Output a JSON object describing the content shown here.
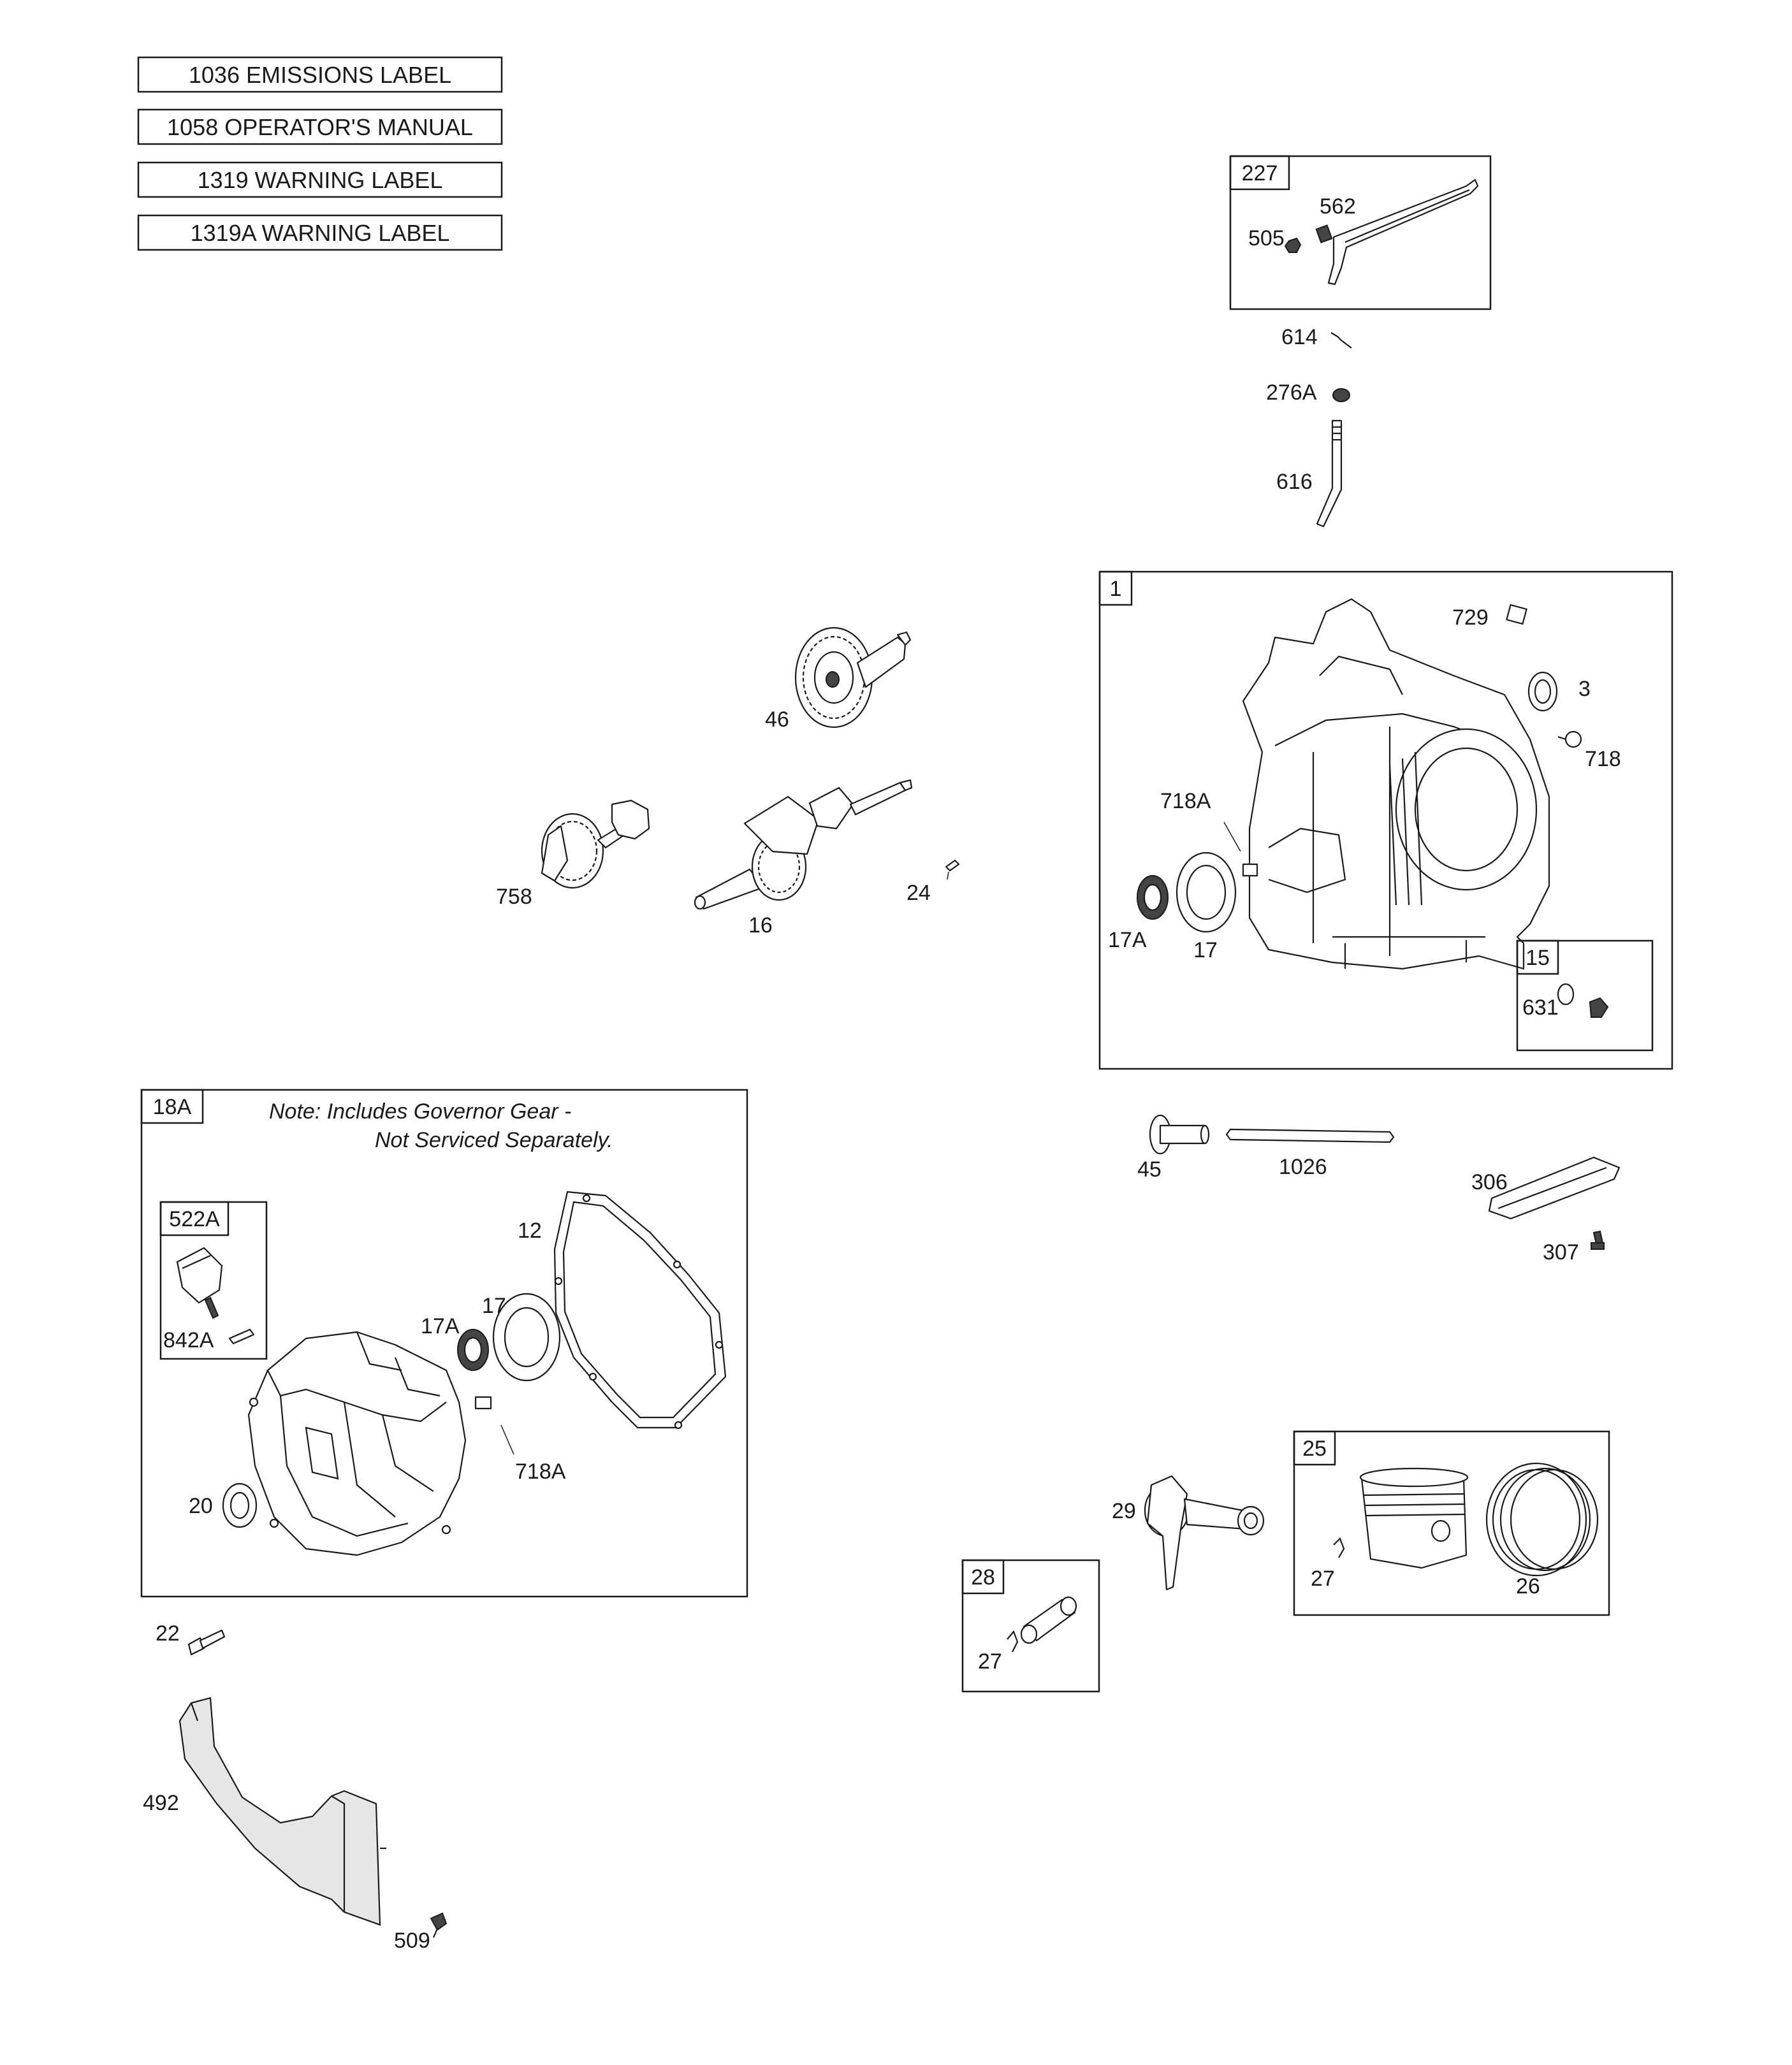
{
  "documents": [
    {
      "id": "doc-1036",
      "label": "1036 EMISSIONS LABEL"
    },
    {
      "id": "doc-1058",
      "label": "1058 OPERATOR'S MANUAL"
    },
    {
      "id": "doc-1319",
      "label": "1319 WARNING LABEL"
    },
    {
      "id": "doc-1319a",
      "label": "1319A WARNING LABEL"
    }
  ],
  "groups": {
    "g227": "227",
    "g1": "1",
    "g15": "15",
    "g18a": "18A",
    "g522a": "522A",
    "g25": "25",
    "g28": "28"
  },
  "note": {
    "line1": "Note: Includes Governor Gear -",
    "line2": "Not Serviced Separately."
  },
  "callouts": {
    "c562": "562",
    "c505": "505",
    "c614": "614",
    "c276a": "276A",
    "c616": "616",
    "c729": "729",
    "c3": "3",
    "c718": "718",
    "c718a_block": "718A",
    "c17a_block": "17A",
    "c17_block": "17",
    "c631": "631",
    "c46": "46",
    "c758": "758",
    "c16": "16",
    "c24": "24",
    "c45": "45",
    "c1026": "1026",
    "c306": "306",
    "c307": "307",
    "c12": "12",
    "c17a_sump": "17A",
    "c17_sump": "17",
    "c842a": "842A",
    "c718a_sump": "718A",
    "c20": "20",
    "c22": "22",
    "c492": "492",
    "c509": "509",
    "c29": "29",
    "c27_piston": "27",
    "c26": "26",
    "c27_pin": "27"
  }
}
